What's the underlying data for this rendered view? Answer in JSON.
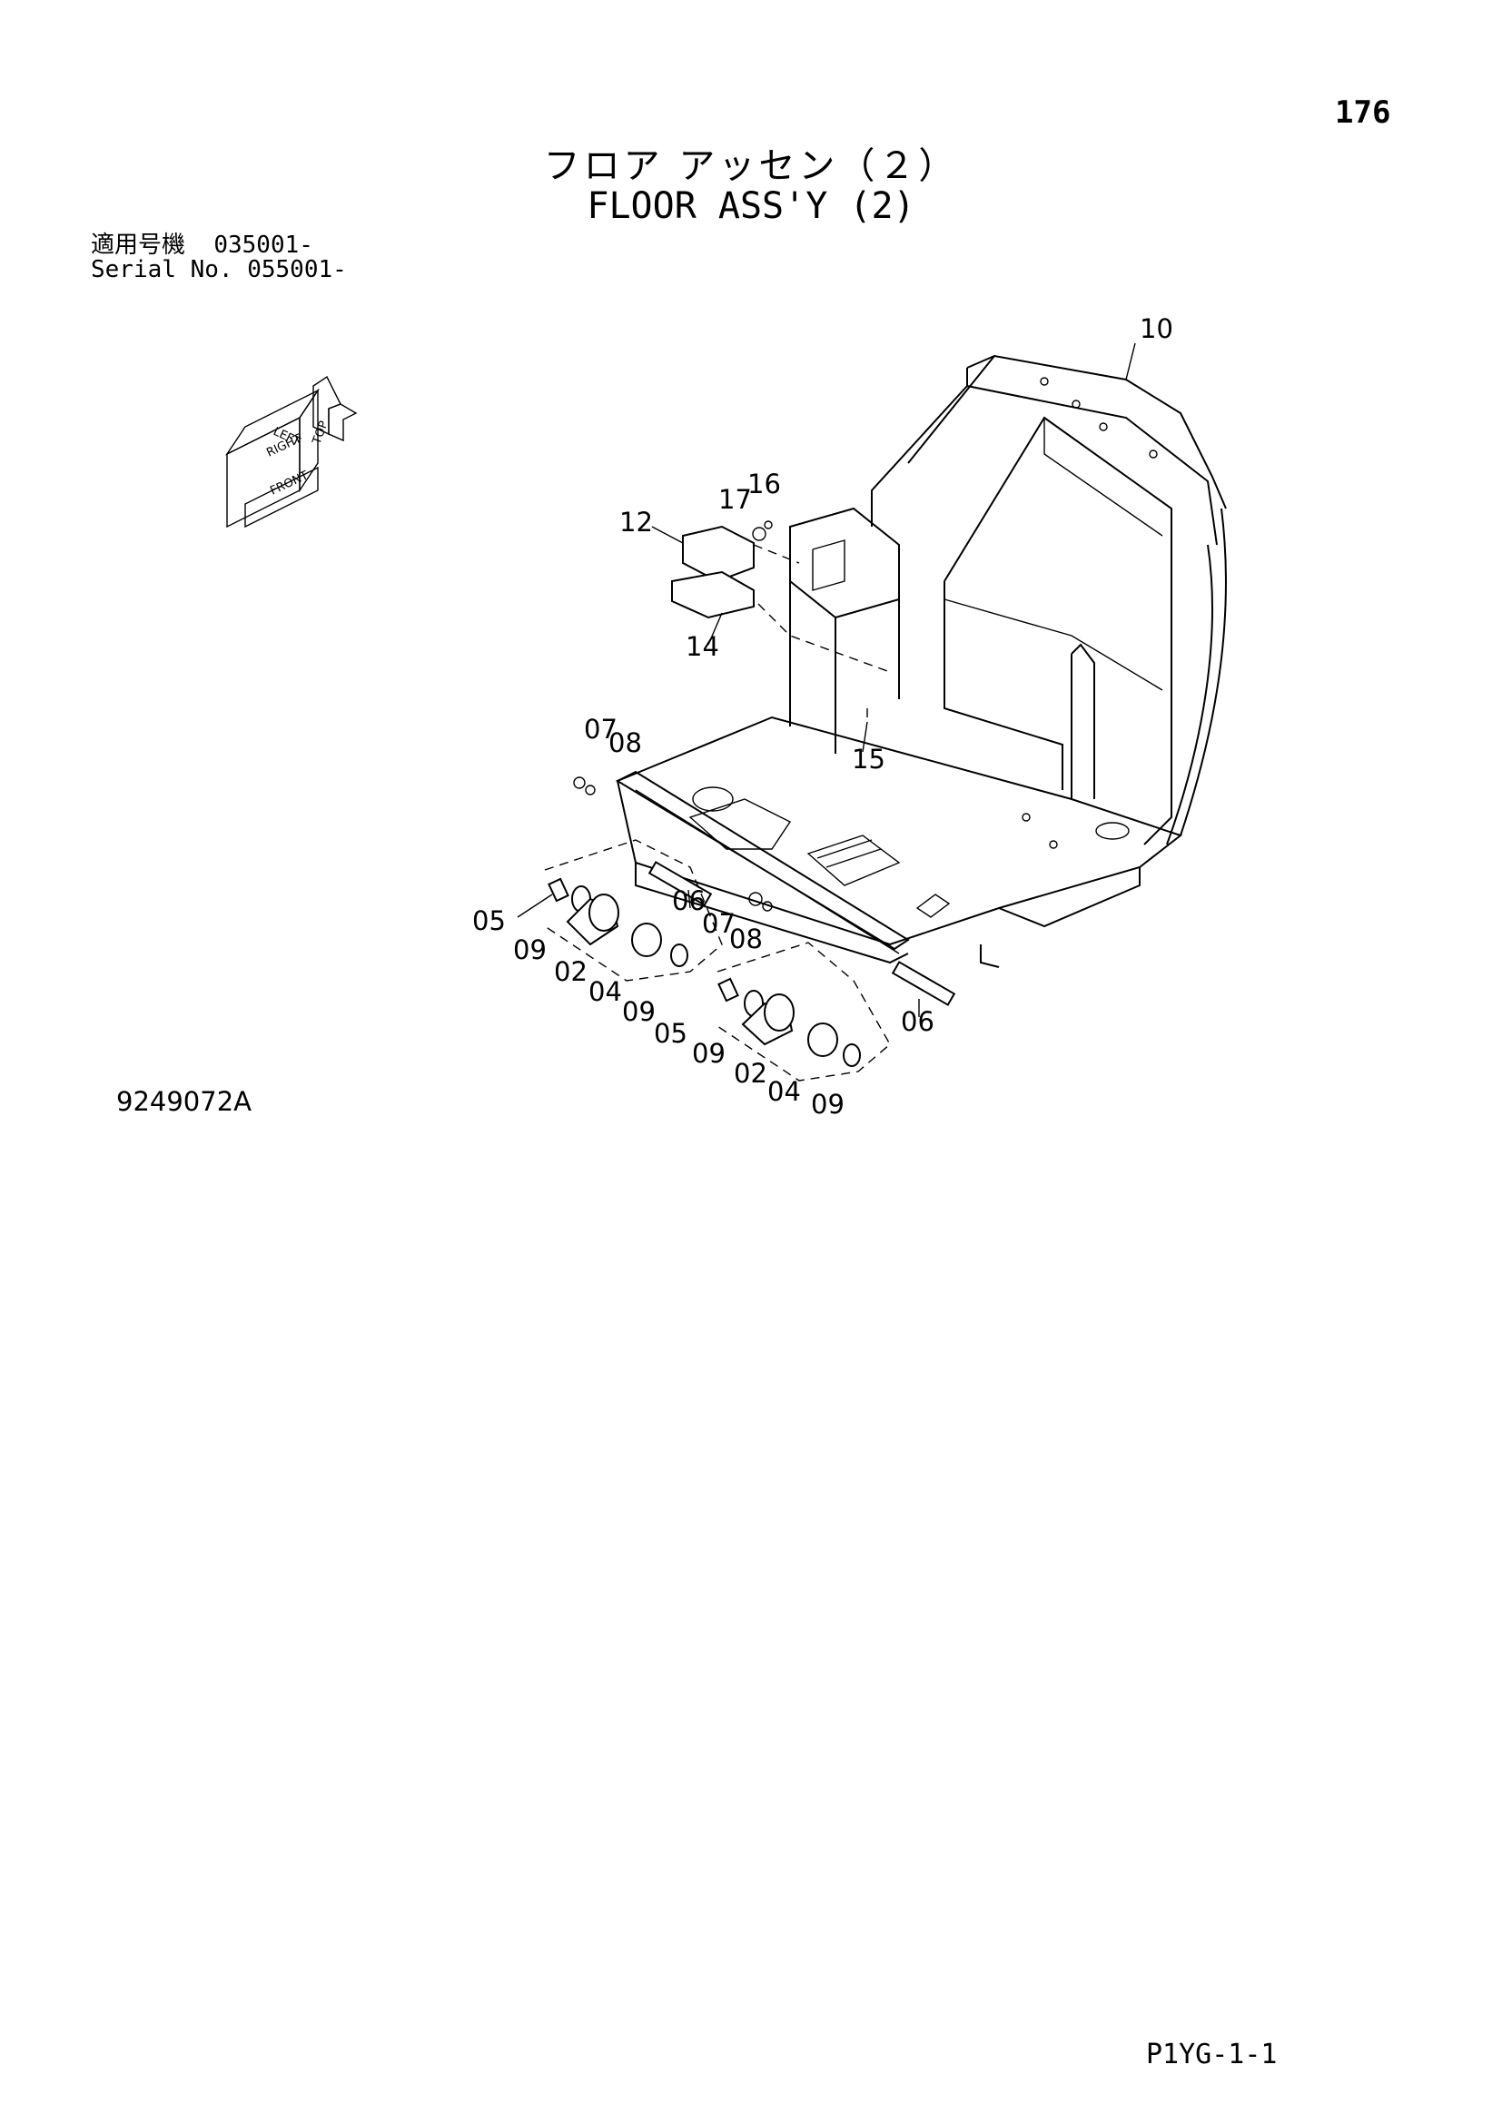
{
  "header": {
    "page_number": "176",
    "title_jp": "フロア アッセン（２）",
    "title_en": "FLOOR ASS'Y (2)"
  },
  "serials": [
    {
      "label": "適用号機",
      "value": "035001-"
    },
    {
      "label": "Serial No.",
      "value": "055001-"
    }
  ],
  "orientation_legend": {
    "labels": [
      "TOP",
      "LEFT",
      "RIGHT",
      "FRONT"
    ]
  },
  "part_labels": [
    {
      "id": "p10",
      "text": "10"
    },
    {
      "id": "p16",
      "text": "16"
    },
    {
      "id": "p17",
      "text": "17"
    },
    {
      "id": "p12",
      "text": "12"
    },
    {
      "id": "p14",
      "text": "14"
    },
    {
      "id": "p15",
      "text": "15"
    },
    {
      "id": "p07a",
      "text": "07"
    },
    {
      "id": "p08a",
      "text": "08"
    },
    {
      "id": "p05a",
      "text": "05"
    },
    {
      "id": "p06a",
      "text": "06"
    },
    {
      "id": "p07b",
      "text": "07"
    },
    {
      "id": "p08b",
      "text": "08"
    },
    {
      "id": "p09a",
      "text": "09"
    },
    {
      "id": "p02a",
      "text": "02"
    },
    {
      "id": "p04a",
      "text": "04"
    },
    {
      "id": "p09b",
      "text": "09"
    },
    {
      "id": "p05b",
      "text": "05"
    },
    {
      "id": "p06b",
      "text": "06"
    },
    {
      "id": "p09c",
      "text": "09"
    },
    {
      "id": "p02b",
      "text": "02"
    },
    {
      "id": "p04b",
      "text": "04"
    },
    {
      "id": "p09d",
      "text": "09"
    }
  ],
  "footer": {
    "diagram_code": "9249072A",
    "sheet_code": "P1YG-1-1"
  }
}
